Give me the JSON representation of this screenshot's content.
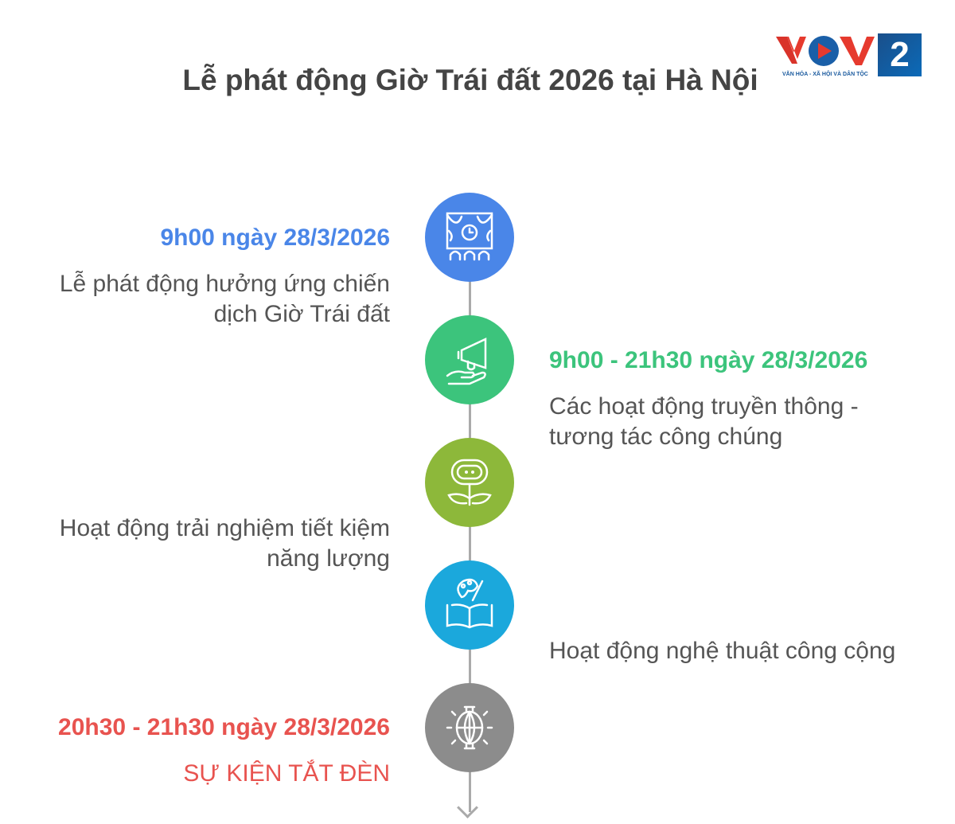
{
  "title": "Lễ phát động Giờ Trái đất 2026 tại Hà Nội",
  "logo": {
    "brand": "VOV",
    "channel": "2",
    "tagline": "VĂN HÓA - XÃ HỘI VÀ DÂN TỘC"
  },
  "colors": {
    "blue": "#4a86e8",
    "green": "#3cc47c",
    "olive": "#8db83a",
    "cyan": "#1ba8dc",
    "gray": "#8c8c8c",
    "red": "#e8534f"
  },
  "events": [
    {
      "date": "9h00 ngày 28/3/2026",
      "desc": "Lễ phát động hưởng ứng chiến dịch Giờ Trái đất",
      "icon": "theater-stage-clock-icon"
    },
    {
      "date": "9h00 - 21h30 ngày 28/3/2026",
      "desc": "Các hoạt động truyền thông - tương tác công chúng",
      "icon": "megaphone-hand-icon"
    },
    {
      "date": "",
      "desc": "Hoạt động trải nghiệm tiết kiệm năng lượng",
      "icon": "robot-plant-icon"
    },
    {
      "date": "",
      "desc": "Hoạt động nghệ thuật công cộng",
      "icon": "palette-book-icon"
    },
    {
      "date": "20h30 - 21h30 ngày 28/3/2026",
      "desc": "SỰ KIỆN TẮT ĐÈN",
      "icon": "lantern-light-icon"
    }
  ]
}
